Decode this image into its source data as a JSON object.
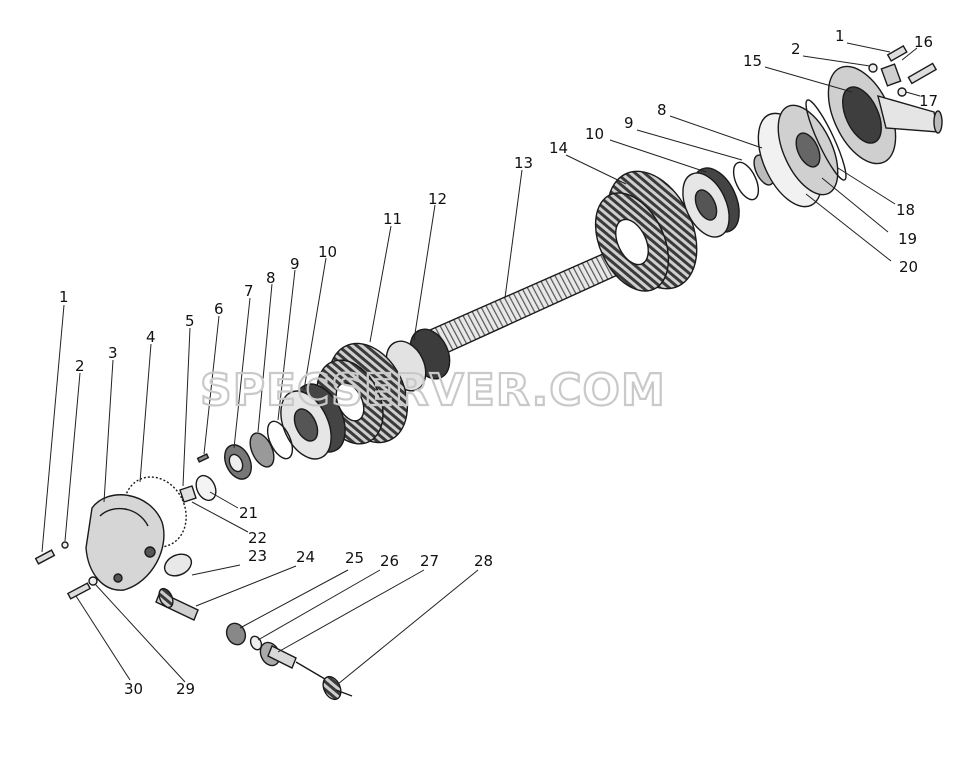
{
  "watermark": "SPECSERVER.COM",
  "callouts": [
    {
      "id": "c1a",
      "label": "1"
    },
    {
      "id": "c2a",
      "label": "2"
    },
    {
      "id": "c3",
      "label": "3"
    },
    {
      "id": "c4",
      "label": "4"
    },
    {
      "id": "c5",
      "label": "5"
    },
    {
      "id": "c6",
      "label": "6"
    },
    {
      "id": "c7",
      "label": "7"
    },
    {
      "id": "c8a",
      "label": "8"
    },
    {
      "id": "c9a",
      "label": "9"
    },
    {
      "id": "c10a",
      "label": "10"
    },
    {
      "id": "c11",
      "label": "11"
    },
    {
      "id": "c12",
      "label": "12"
    },
    {
      "id": "c13",
      "label": "13"
    },
    {
      "id": "c14",
      "label": "14"
    },
    {
      "id": "c10b",
      "label": "10"
    },
    {
      "id": "c9b",
      "label": "9"
    },
    {
      "id": "c8b",
      "label": "8"
    },
    {
      "id": "c15",
      "label": "15"
    },
    {
      "id": "c2b",
      "label": "2"
    },
    {
      "id": "c1b",
      "label": "1"
    },
    {
      "id": "c16",
      "label": "16"
    },
    {
      "id": "c17",
      "label": "17"
    },
    {
      "id": "c18",
      "label": "18"
    },
    {
      "id": "c19",
      "label": "19"
    },
    {
      "id": "c20",
      "label": "20"
    },
    {
      "id": "c21",
      "label": "21"
    },
    {
      "id": "c22",
      "label": "22"
    },
    {
      "id": "c23",
      "label": "23"
    },
    {
      "id": "c24",
      "label": "24"
    },
    {
      "id": "c25",
      "label": "25"
    },
    {
      "id": "c26",
      "label": "26"
    },
    {
      "id": "c27",
      "label": "27"
    },
    {
      "id": "c28",
      "label": "28"
    },
    {
      "id": "c29",
      "label": "29"
    },
    {
      "id": "c30",
      "label": "30"
    }
  ]
}
